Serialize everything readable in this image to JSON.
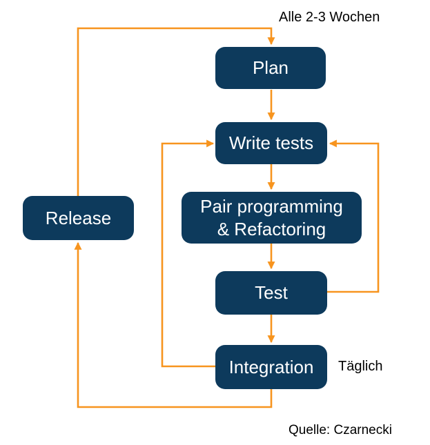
{
  "diagram": {
    "nodes": {
      "plan": {
        "label": "Plan"
      },
      "write_tests": {
        "label": "Write tests"
      },
      "pair_programming": {
        "label_line1": "Pair programming",
        "label_line2": "& Refactoring"
      },
      "test": {
        "label": "Test"
      },
      "integration": {
        "label": "Integration"
      },
      "release": {
        "label": "Release"
      }
    },
    "annotations": {
      "iteration_cycle": "Alle 2-3 Wochen",
      "daily_cycle": "Täglich",
      "source": "Quelle: Czarnecki"
    },
    "colors": {
      "node_fill": "#0d3a5c",
      "node_text": "#ffffff",
      "arrow": "#f7941e",
      "annotation_text": "#000000",
      "background": "#ffffff"
    }
  }
}
